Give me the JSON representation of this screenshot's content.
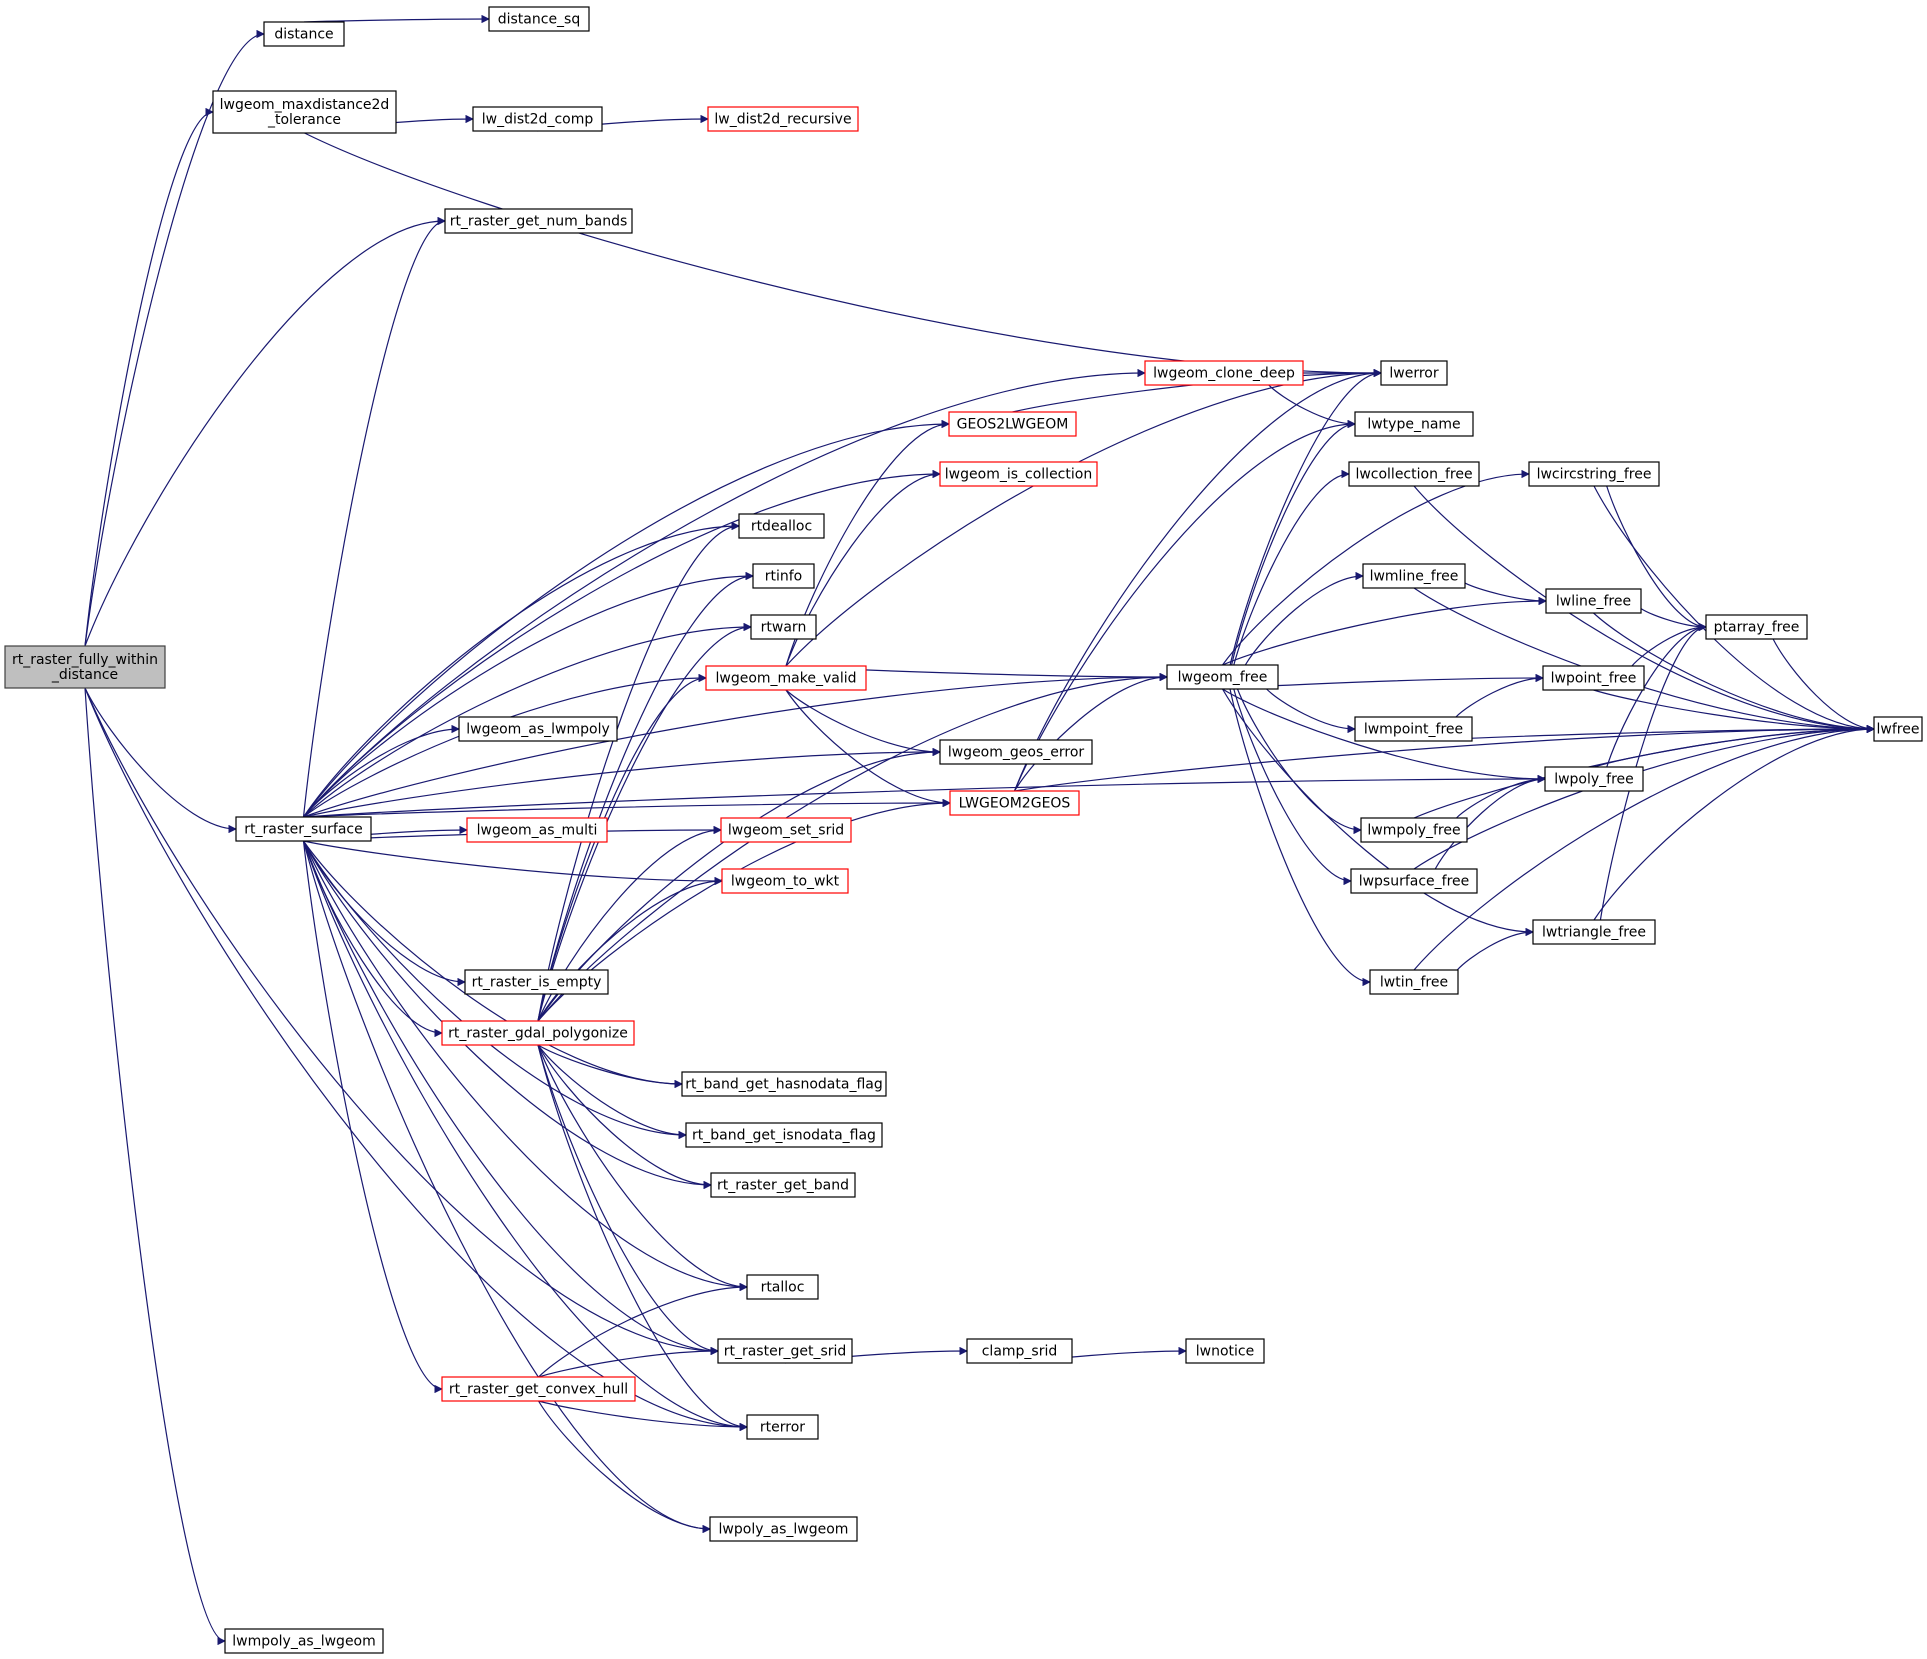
{
  "graph": {
    "colors": {
      "edge": "#191970",
      "node_border": "#000000",
      "truncated_border": "#ff0000",
      "current_fill": "#bfbfbf",
      "current_border": "#404040",
      "background": "#ffffff"
    },
    "nodes": [
      {
        "id": "root",
        "lines": [
          "rt_raster_fully_within",
          "_distance"
        ],
        "current": true
      },
      {
        "id": "distance",
        "lines": [
          "distance"
        ]
      },
      {
        "id": "distance_sq",
        "lines": [
          "distance_sq"
        ]
      },
      {
        "id": "maxdist",
        "lines": [
          "lwgeom_maxdistance2d",
          "_tolerance"
        ]
      },
      {
        "id": "dist2d_comp",
        "lines": [
          "lw_dist2d_comp"
        ]
      },
      {
        "id": "dist2d_rec",
        "lines": [
          "lw_dist2d_recursive"
        ],
        "truncated": true
      },
      {
        "id": "num_bands",
        "lines": [
          "rt_raster_get_num_bands"
        ]
      },
      {
        "id": "surface",
        "lines": [
          "rt_raster_surface"
        ]
      },
      {
        "id": "mpoly_as_lwgeom",
        "lines": [
          "lwmpoly_as_lwgeom"
        ]
      },
      {
        "id": "clone_deep",
        "lines": [
          "lwgeom_clone_deep"
        ],
        "truncated": true
      },
      {
        "id": "geos2lw",
        "lines": [
          "GEOS2LWGEOM"
        ],
        "truncated": true
      },
      {
        "id": "is_collection",
        "lines": [
          "lwgeom_is_collection"
        ],
        "truncated": true
      },
      {
        "id": "rtdealloc",
        "lines": [
          "rtdealloc"
        ]
      },
      {
        "id": "rtinfo",
        "lines": [
          "rtinfo"
        ]
      },
      {
        "id": "rtwarn",
        "lines": [
          "rtwarn"
        ]
      },
      {
        "id": "make_valid",
        "lines": [
          "lwgeom_make_valid"
        ],
        "truncated": true
      },
      {
        "id": "as_lwmpoly",
        "lines": [
          "lwgeom_as_lwmpoly"
        ]
      },
      {
        "id": "geos_error",
        "lines": [
          "lwgeom_geos_error"
        ]
      },
      {
        "id": "as_multi",
        "lines": [
          "lwgeom_as_multi"
        ],
        "truncated": true
      },
      {
        "id": "lw2geos",
        "lines": [
          "LWGEOM2GEOS"
        ],
        "truncated": true
      },
      {
        "id": "set_srid",
        "lines": [
          "lwgeom_set_srid"
        ],
        "truncated": true
      },
      {
        "id": "to_wkt",
        "lines": [
          "lwgeom_to_wkt"
        ],
        "truncated": true
      },
      {
        "id": "is_empty",
        "lines": [
          "rt_raster_is_empty"
        ]
      },
      {
        "id": "polygonize",
        "lines": [
          "rt_raster_gdal_polygonize"
        ],
        "truncated": true
      },
      {
        "id": "hasnodata",
        "lines": [
          "rt_band_get_hasnodata_flag"
        ]
      },
      {
        "id": "isnodata",
        "lines": [
          "rt_band_get_isnodata_flag"
        ]
      },
      {
        "id": "get_band",
        "lines": [
          "rt_raster_get_band"
        ]
      },
      {
        "id": "rtalloc",
        "lines": [
          "rtalloc"
        ]
      },
      {
        "id": "get_srid",
        "lines": [
          "rt_raster_get_srid"
        ]
      },
      {
        "id": "convex_hull",
        "lines": [
          "rt_raster_get_convex_hull"
        ],
        "truncated": true
      },
      {
        "id": "rterror",
        "lines": [
          "rterror"
        ]
      },
      {
        "id": "poly_as_lwgeom",
        "lines": [
          "lwpoly_as_lwgeom"
        ]
      },
      {
        "id": "clamp_srid",
        "lines": [
          "clamp_srid"
        ]
      },
      {
        "id": "lwnotice",
        "lines": [
          "lwnotice"
        ]
      },
      {
        "id": "lwgeom_free",
        "lines": [
          "lwgeom_free"
        ]
      },
      {
        "id": "lwerror",
        "lines": [
          "lwerror"
        ]
      },
      {
        "id": "lwtype_name",
        "lines": [
          "lwtype_name"
        ]
      },
      {
        "id": "lwcollection_free",
        "lines": [
          "lwcollection_free"
        ]
      },
      {
        "id": "lwmline_free",
        "lines": [
          "lwmline_free"
        ]
      },
      {
        "id": "lwmpoint_free",
        "lines": [
          "lwmpoint_free"
        ]
      },
      {
        "id": "lwmpoly_free",
        "lines": [
          "lwmpoly_free"
        ]
      },
      {
        "id": "lwpsurface_free",
        "lines": [
          "lwpsurface_free"
        ]
      },
      {
        "id": "lwtin_free",
        "lines": [
          "lwtin_free"
        ]
      },
      {
        "id": "lwcircstring_free",
        "lines": [
          "lwcircstring_free"
        ]
      },
      {
        "id": "lwline_free",
        "lines": [
          "lwline_free"
        ]
      },
      {
        "id": "lwpoint_free",
        "lines": [
          "lwpoint_free"
        ]
      },
      {
        "id": "lwpoly_free",
        "lines": [
          "lwpoly_free"
        ]
      },
      {
        "id": "lwtriangle_free",
        "lines": [
          "lwtriangle_free"
        ]
      },
      {
        "id": "ptarray_free",
        "lines": [
          "ptarray_free"
        ]
      },
      {
        "id": "lwfree",
        "lines": [
          "lwfree"
        ]
      }
    ],
    "edges": [
      [
        "root",
        "distance"
      ],
      [
        "root",
        "maxdist"
      ],
      [
        "root",
        "num_bands"
      ],
      [
        "root",
        "surface"
      ],
      [
        "root",
        "get_srid"
      ],
      [
        "root",
        "rterror"
      ],
      [
        "root",
        "mpoly_as_lwgeom"
      ],
      [
        "distance",
        "distance_sq"
      ],
      [
        "maxdist",
        "dist2d_comp"
      ],
      [
        "maxdist",
        "lwerror"
      ],
      [
        "dist2d_comp",
        "dist2d_rec"
      ],
      [
        "surface",
        "lwgeom_free"
      ],
      [
        "surface",
        "lwpoly_free"
      ],
      [
        "surface",
        "num_bands"
      ],
      [
        "surface",
        "clone_deep"
      ],
      [
        "surface",
        "geos2lw"
      ],
      [
        "surface",
        "is_collection"
      ],
      [
        "surface",
        "rtdealloc"
      ],
      [
        "surface",
        "rtinfo"
      ],
      [
        "surface",
        "rtwarn"
      ],
      [
        "surface",
        "make_valid"
      ],
      [
        "surface",
        "as_lwmpoly"
      ],
      [
        "surface",
        "geos_error"
      ],
      [
        "surface",
        "as_multi"
      ],
      [
        "surface",
        "set_srid"
      ],
      [
        "surface",
        "to_wkt"
      ],
      [
        "surface",
        "is_empty"
      ],
      [
        "surface",
        "polygonize"
      ],
      [
        "surface",
        "hasnodata"
      ],
      [
        "surface",
        "isnodata"
      ],
      [
        "surface",
        "get_band"
      ],
      [
        "surface",
        "lw2geos"
      ],
      [
        "surface",
        "rtalloc"
      ],
      [
        "surface",
        "get_srid"
      ],
      [
        "surface",
        "convex_hull"
      ],
      [
        "surface",
        "rterror"
      ],
      [
        "surface",
        "poly_as_lwgeom"
      ],
      [
        "polygonize",
        "rtdealloc"
      ],
      [
        "polygonize",
        "rtinfo"
      ],
      [
        "polygonize",
        "rtwarn"
      ],
      [
        "polygonize",
        "make_valid"
      ],
      [
        "polygonize",
        "geos_error"
      ],
      [
        "polygonize",
        "lw2geos"
      ],
      [
        "polygonize",
        "set_srid"
      ],
      [
        "polygonize",
        "to_wkt"
      ],
      [
        "polygonize",
        "lwgeom_free"
      ],
      [
        "polygonize",
        "hasnodata"
      ],
      [
        "polygonize",
        "isnodata"
      ],
      [
        "polygonize",
        "get_band"
      ],
      [
        "polygonize",
        "rtalloc"
      ],
      [
        "polygonize",
        "get_srid"
      ],
      [
        "polygonize",
        "rterror"
      ],
      [
        "convex_hull",
        "rtalloc"
      ],
      [
        "convex_hull",
        "get_srid"
      ],
      [
        "convex_hull",
        "rterror"
      ],
      [
        "convex_hull",
        "poly_as_lwgeom"
      ],
      [
        "get_srid",
        "clamp_srid"
      ],
      [
        "clamp_srid",
        "lwnotice"
      ],
      [
        "make_valid",
        "geos2lw"
      ],
      [
        "make_valid",
        "is_collection"
      ],
      [
        "make_valid",
        "lwerror"
      ],
      [
        "make_valid",
        "lwgeom_free"
      ],
      [
        "make_valid",
        "geos_error"
      ],
      [
        "make_valid",
        "lw2geos"
      ],
      [
        "clone_deep",
        "lwerror"
      ],
      [
        "clone_deep",
        "lwtype_name"
      ],
      [
        "geos2lw",
        "lwerror"
      ],
      [
        "lw2geos",
        "lwerror"
      ],
      [
        "lw2geos",
        "lwtype_name"
      ],
      [
        "lw2geos",
        "lwgeom_free"
      ],
      [
        "lw2geos",
        "lwfree"
      ],
      [
        "lwgeom_free",
        "lwerror"
      ],
      [
        "lwgeom_free",
        "lwtype_name"
      ],
      [
        "lwgeom_free",
        "lwcollection_free"
      ],
      [
        "lwgeom_free",
        "lwcircstring_free"
      ],
      [
        "lwgeom_free",
        "lwmline_free"
      ],
      [
        "lwgeom_free",
        "lwline_free"
      ],
      [
        "lwgeom_free",
        "lwpoint_free"
      ],
      [
        "lwgeom_free",
        "lwmpoint_free"
      ],
      [
        "lwgeom_free",
        "lwpoly_free"
      ],
      [
        "lwgeom_free",
        "lwmpoly_free"
      ],
      [
        "lwgeom_free",
        "lwpsurface_free"
      ],
      [
        "lwgeom_free",
        "lwtriangle_free"
      ],
      [
        "lwgeom_free",
        "lwtin_free"
      ],
      [
        "lwcollection_free",
        "lwfree"
      ],
      [
        "lwcircstring_free",
        "ptarray_free"
      ],
      [
        "lwcircstring_free",
        "lwfree"
      ],
      [
        "lwmline_free",
        "lwline_free"
      ],
      [
        "lwmline_free",
        "lwfree"
      ],
      [
        "lwline_free",
        "ptarray_free"
      ],
      [
        "lwline_free",
        "lwfree"
      ],
      [
        "lwmpoint_free",
        "lwpoint_free"
      ],
      [
        "lwmpoint_free",
        "lwfree"
      ],
      [
        "lwpoint_free",
        "ptarray_free"
      ],
      [
        "lwpoint_free",
        "lwfree"
      ],
      [
        "lwpoly_free",
        "ptarray_free"
      ],
      [
        "lwpoly_free",
        "lwfree"
      ],
      [
        "lwmpoly_free",
        "lwpoly_free"
      ],
      [
        "lwmpoly_free",
        "lwfree"
      ],
      [
        "lwpsurface_free",
        "lwpoly_free"
      ],
      [
        "lwpsurface_free",
        "lwfree"
      ],
      [
        "lwtin_free",
        "lwtriangle_free"
      ],
      [
        "lwtin_free",
        "lwfree"
      ],
      [
        "lwtriangle_free",
        "ptarray_free"
      ],
      [
        "lwtriangle_free",
        "lwfree"
      ],
      [
        "ptarray_free",
        "lwfree"
      ]
    ]
  }
}
